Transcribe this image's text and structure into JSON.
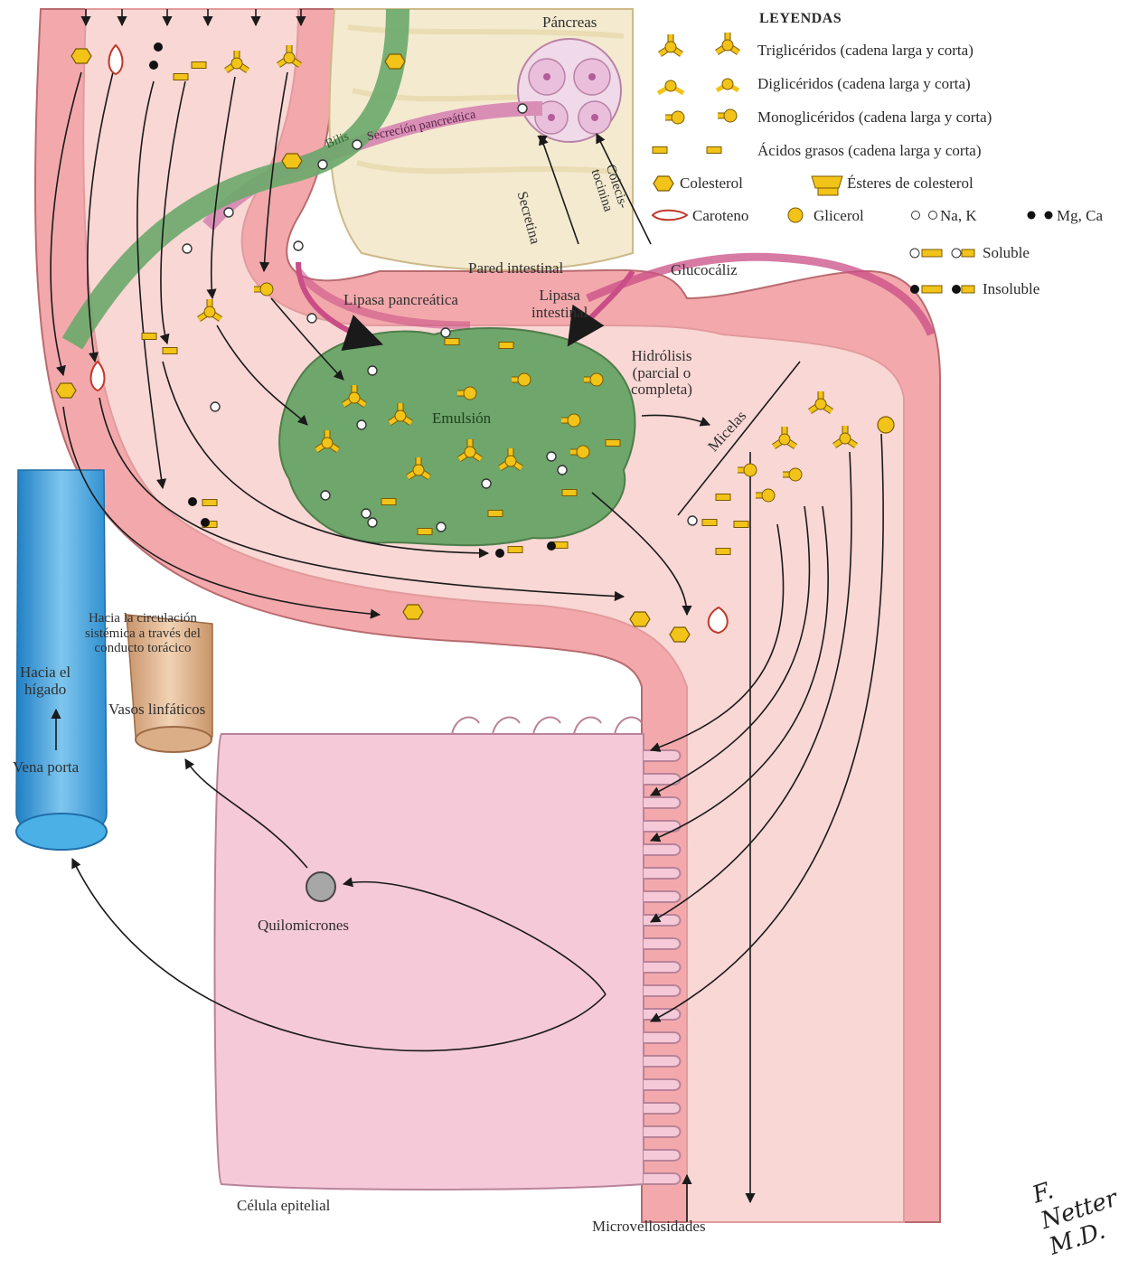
{
  "legend": {
    "title": "LEYENDAS",
    "triglycerides": "Triglicéridos (cadena larga y corta)",
    "diglycerides": "Diglicéridos (cadena larga y corta)",
    "monoglycerides": "Monoglicéridos (cadena larga y corta)",
    "fatty_acids": "Ácidos grasos (cadena larga y corta)",
    "cholesterol": "Colesterol",
    "cholesterol_esters": "Ésteres de colesterol",
    "carotene": "Caroteno",
    "glycerol": "Glicerol",
    "na_k": "Na, K",
    "mg_ca": "Mg, Ca",
    "soluble": "Soluble",
    "insoluble": "Insoluble"
  },
  "labels": {
    "pancreas": "Páncreas",
    "bile": "Bilis",
    "pancreatic_secretion": "Secreción pancreática",
    "secretin": "Secretina",
    "cholecystokinin": "Colecis-\ntocinina",
    "intestinal_wall": "Pared intestinal",
    "glycocalyx": "Glucocáliz",
    "pancreatic_lipase": "Lipasa pancreática",
    "intestinal_lipase": "Lipasa\nintestinal",
    "hydrolysis": "Hidrólisis\n(parcial o\ncompleta)",
    "emulsion": "Emulsión",
    "micelles": "Micelas",
    "to_systemic": "Hacia la circulación\nsistémica a través del\nconducto torácico",
    "lymph_vessels": "Vasos linfáticos",
    "to_liver": "Hacia el\nhígado",
    "portal_vein": "Vena porta",
    "chylomicrons": "Quilomicrones",
    "epithelial_cell": "Célula epitelial",
    "microvilli": "Microvellosidades",
    "signature": "F. Netter M.D."
  },
  "colors": {
    "intestine_wall": "#f3a9ac",
    "intestine_lumen": "#f9d7d4",
    "bile_green": "#6aa86a",
    "emulsion_green": "#6fa66b",
    "lipid_yellow": "#f2c318",
    "lipid_outline": "#7a5a00",
    "epithelial_cell": "#f5c9d8",
    "portal_vein": "#3a9bd6",
    "lymph_vessel": "#e2b995",
    "pancreas": "#f0d9e8",
    "glycocalyx": "#c94d86"
  }
}
